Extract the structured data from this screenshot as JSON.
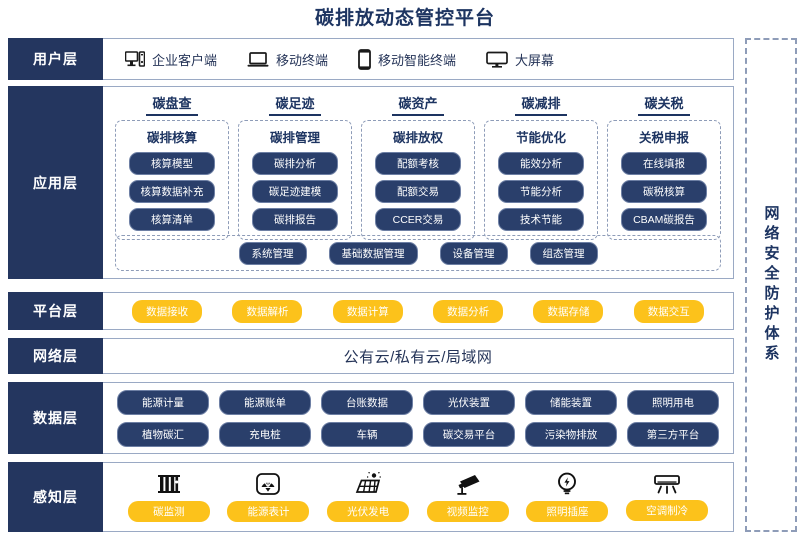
{
  "title": "碳排放动态管控平台",
  "security_band": {
    "label": "网络安全防护体系"
  },
  "layers": {
    "user": {
      "label": "用户层",
      "items": [
        {
          "icon": "desktop-pc-icon",
          "label": "企业客户端"
        },
        {
          "icon": "laptop-icon",
          "label": "移动终端"
        },
        {
          "icon": "smartphone-icon",
          "label": "移动智能终端"
        },
        {
          "icon": "large-screen-icon",
          "label": "大屏幕"
        }
      ]
    },
    "application": {
      "label": "应用层",
      "columns": [
        {
          "head": "碳盘查",
          "sub": "碳排核算",
          "items": [
            "核算模型",
            "核算数据补充",
            "核算清单"
          ]
        },
        {
          "head": "碳足迹",
          "sub": "碳排管理",
          "items": [
            "碳排分析",
            "碳足迹建模",
            "碳排报告"
          ]
        },
        {
          "head": "碳资产",
          "sub": "碳排放权",
          "items": [
            "配额考核",
            "配额交易",
            "CCER交易"
          ]
        },
        {
          "head": "碳减排",
          "sub": "节能优化",
          "items": [
            "能效分析",
            "节能分析",
            "技术节能"
          ]
        },
        {
          "head": "碳关税",
          "sub": "关税申报",
          "items": [
            "在线填报",
            "碳税核算",
            "CBAM碳报告"
          ]
        }
      ],
      "bottom_items": [
        "系统管理",
        "基础数据管理",
        "设备管理",
        "组态管理"
      ]
    },
    "platform": {
      "label": "平台层",
      "items": [
        "数据接收",
        "数据解析",
        "数据计算",
        "数据分析",
        "数据存储",
        "数据交互"
      ]
    },
    "network": {
      "label": "网络层",
      "text": "公有云/私有云/局域网"
    },
    "data": {
      "label": "数据层",
      "row1": [
        "能源计量",
        "能源账单",
        "台账数据",
        "光伏装置",
        "储能装置",
        "照明用电"
      ],
      "row2": [
        "植物碳汇",
        "充电桩",
        "车辆",
        "碳交易平台",
        "污染物排放",
        "第三方平台"
      ]
    },
    "perception": {
      "label": "感知层",
      "items": [
        {
          "icon": "carbon-monitor-icon",
          "label": "碳监测"
        },
        {
          "icon": "energy-meter-icon",
          "label": "能源表计"
        },
        {
          "icon": "solar-panel-icon",
          "label": "光伏发电"
        },
        {
          "icon": "cctv-camera-icon",
          "label": "视频监控"
        },
        {
          "icon": "lightbulb-icon",
          "label": "照明插座"
        },
        {
          "icon": "air-conditioner-icon",
          "label": "空调制冷"
        }
      ]
    }
  },
  "colors": {
    "navy": "#24365f",
    "pill_navy": "#2a3f6b",
    "amber": "#fcc21b",
    "border": "#9aa9c4"
  }
}
